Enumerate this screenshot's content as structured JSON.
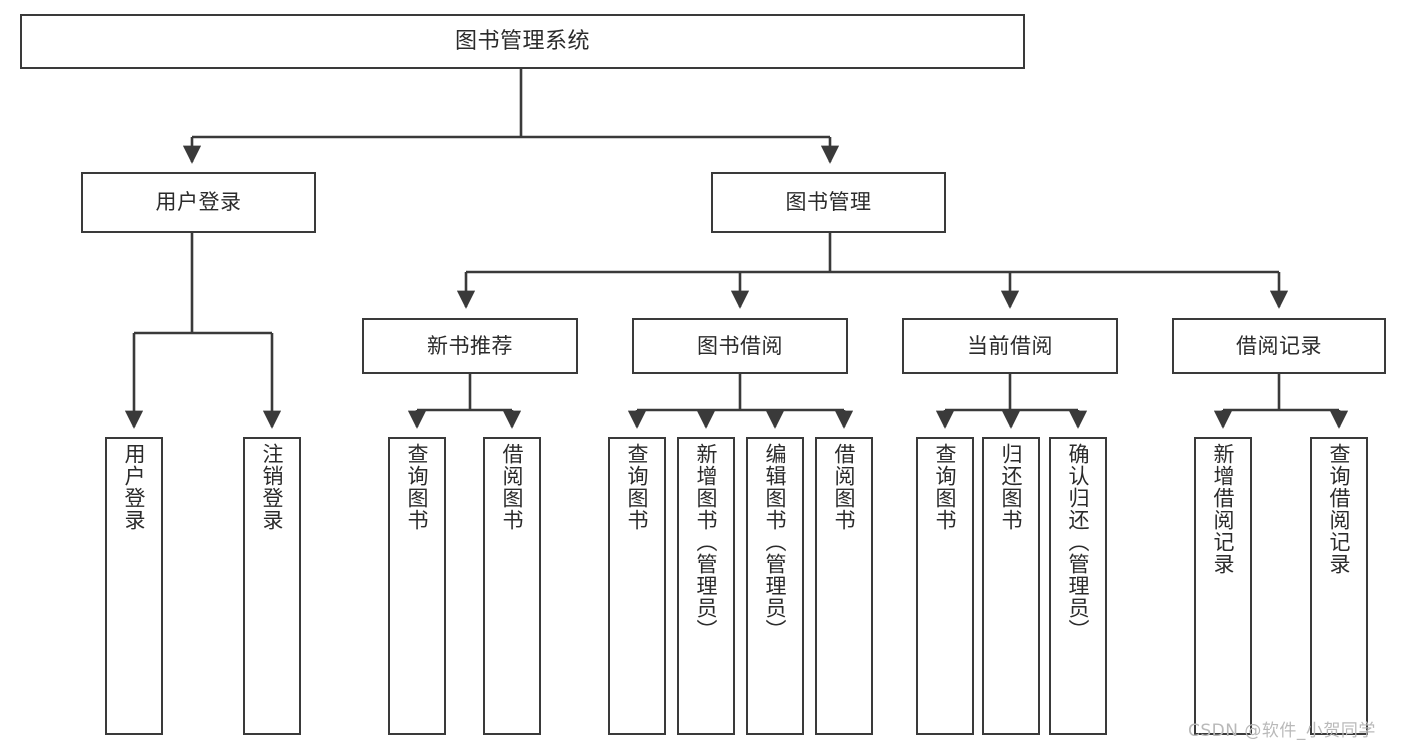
{
  "diagram": {
    "type": "tree",
    "title": "图书管理系统",
    "watermark": "CSDN @软件_小贺同学",
    "colors": {
      "border": "#3a3a3a",
      "background": "#ffffff",
      "text": "#2b2b2b",
      "connector": "#3a3a3a",
      "watermark": "#b9b9b9"
    },
    "root": {
      "label": "图书管理系统"
    },
    "level2": [
      {
        "label": "用户登录"
      },
      {
        "label": "图书管理"
      }
    ],
    "level3": [
      {
        "label": "新书推荐"
      },
      {
        "label": "图书借阅"
      },
      {
        "label": "当前借阅"
      },
      {
        "label": "借阅记录"
      }
    ],
    "leaves": {
      "user_login": [
        {
          "label": "用户登录"
        },
        {
          "label": "注销登录"
        }
      ],
      "new_book_recommend": [
        {
          "label": "查询图书"
        },
        {
          "label": "借阅图书"
        }
      ],
      "book_borrow": [
        {
          "label": "查询图书"
        },
        {
          "label": "新增图书（管理员）"
        },
        {
          "label": "编辑图书（管理员）"
        },
        {
          "label": "借阅图书"
        }
      ],
      "current_borrow": [
        {
          "label": "查询图书"
        },
        {
          "label": "归还图书"
        },
        {
          "label": "确认归还（管理员）"
        }
      ],
      "borrow_record": [
        {
          "label": "新增借阅记录"
        },
        {
          "label": "查询借阅记录"
        }
      ]
    }
  }
}
